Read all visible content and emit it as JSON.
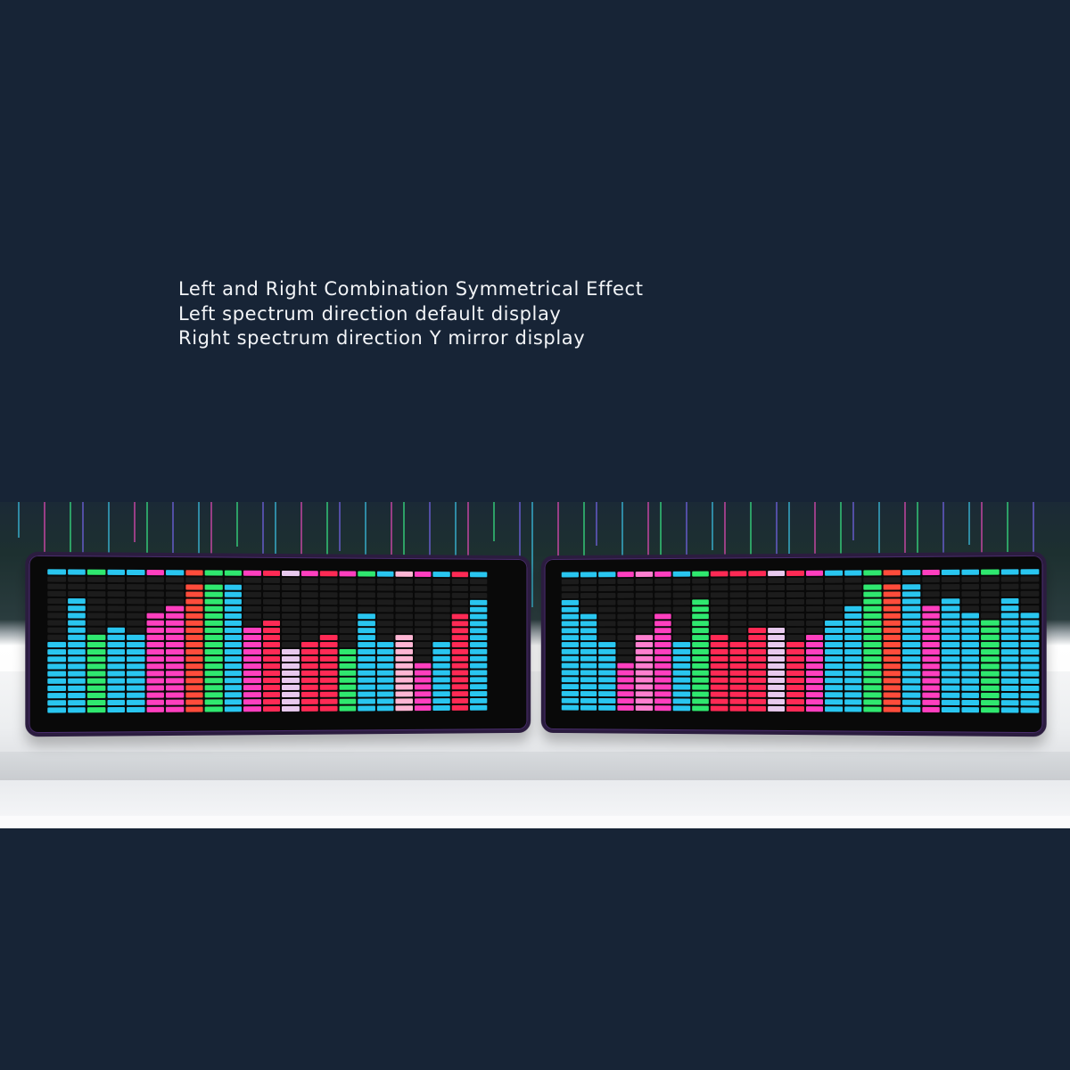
{
  "caption": {
    "line1": "Left and Right Combination Symmetrical Effect",
    "line2": "Left spectrum direction default display",
    "line3": "Right spectrum direction Y mirror display"
  },
  "colors": {
    "background": "#172436",
    "unlit_segment": "#1c1c1c",
    "frame": "#2b1c3f"
  },
  "left_display": {
    "levels": [
      10,
      16,
      11,
      12,
      11,
      14,
      15,
      18,
      18,
      18,
      12,
      13,
      9,
      10,
      11,
      9,
      14,
      10,
      11,
      7,
      10,
      14,
      16
    ],
    "peak_colors": [
      "#29c6f0",
      "#29c6f0",
      "#2fe86f",
      "#29c6f0",
      "#29c6f0",
      "#ff3fbf",
      "#29c6f0",
      "#ff4c3b",
      "#2fe86f",
      "#2fe86f",
      "#ff3fbf",
      "#ff2a55",
      "#e8c9ee",
      "#ff3fbf",
      "#ff2a55",
      "#ff3fbf",
      "#2fe86f",
      "#29c6f0",
      "#ffb6d4",
      "#ff3fbf",
      "#29c6f0",
      "#ff2a55",
      "#29c6f0"
    ],
    "bar_colors": [
      "#29c6f0",
      "#29c6f0",
      "#2fe86f",
      "#29c6f0",
      "#29c6f0",
      "#ff3fbf",
      "#ff3fbf",
      "#ff4c3b",
      "#2fe86f",
      "#29c6f0",
      "#ff3fbf",
      "#ff2a55",
      "#e8c9ee",
      "#ff2a55",
      "#ff2a55",
      "#2fe86f",
      "#29c6f0",
      "#29c6f0",
      "#ffb6d4",
      "#ff3fbf",
      "#29c6f0",
      "#ff2a55",
      "#29c6f0"
    ]
  },
  "right_display": {
    "levels": [
      16,
      14,
      10,
      7,
      11,
      14,
      10,
      16,
      11,
      10,
      12,
      12,
      10,
      11,
      13,
      15,
      18,
      18,
      18,
      15,
      16,
      14,
      13,
      16,
      14
    ],
    "peak_colors": [
      "#29c6f0",
      "#29c6f0",
      "#29c6f0",
      "#ff3fbf",
      "#ff7fd0",
      "#ff3fbf",
      "#29c6f0",
      "#2fe86f",
      "#ff2a55",
      "#ff2a55",
      "#ff2a55",
      "#e8c9ee",
      "#ff2a55",
      "#ff3fbf",
      "#29c6f0",
      "#29c6f0",
      "#2fe86f",
      "#ff4c3b",
      "#29c6f0",
      "#ff3fbf",
      "#29c6f0",
      "#29c6f0",
      "#2fe86f",
      "#29c6f0",
      "#29c6f0"
    ],
    "bar_colors": [
      "#29c6f0",
      "#29c6f0",
      "#29c6f0",
      "#ff3fbf",
      "#ff7fd0",
      "#ff3fbf",
      "#29c6f0",
      "#2fe86f",
      "#ff2a55",
      "#ff2a55",
      "#ff2a55",
      "#e8c9ee",
      "#ff2a55",
      "#ff3fbf",
      "#29c6f0",
      "#29c6f0",
      "#2fe86f",
      "#ff4c3b",
      "#29c6f0",
      "#ff3fbf",
      "#29c6f0",
      "#29c6f0",
      "#2fe86f",
      "#29c6f0",
      "#29c6f0"
    ]
  }
}
